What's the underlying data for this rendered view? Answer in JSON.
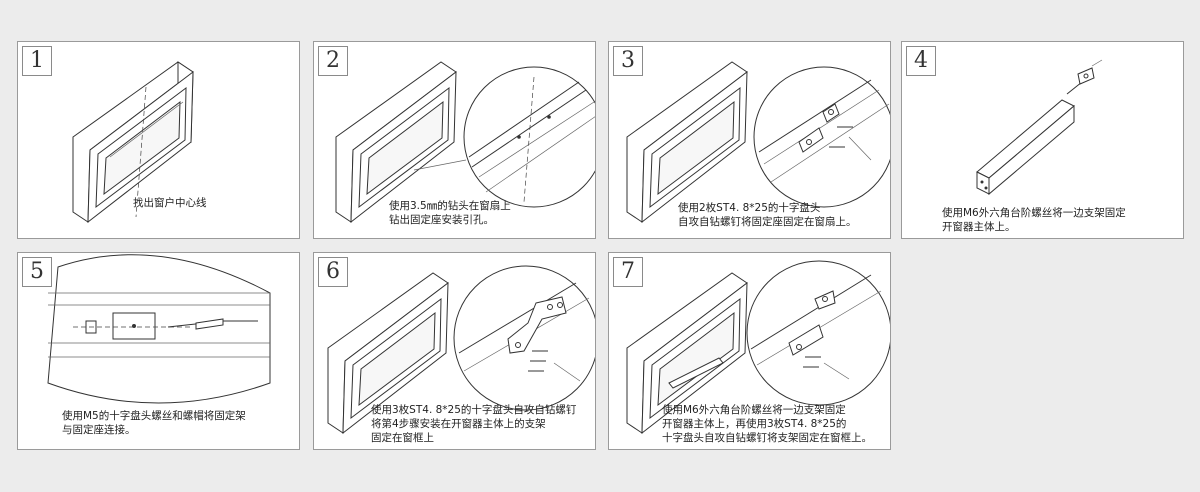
{
  "steps": [
    {
      "number": "1",
      "caption": [
        "找出窗户中心线"
      ]
    },
    {
      "number": "2",
      "caption": [
        "使用3.5㎜的钻头在窗扇上",
        "钻出固定座安装引孔。"
      ]
    },
    {
      "number": "3",
      "caption": [
        "使用2枚ST4. 8*25的十字盘头",
        "自攻自钻螺钉将固定座固定在窗扇上。"
      ]
    },
    {
      "number": "4",
      "caption": [
        "使用M6外六角台阶螺丝将一边支架固定",
        "开窗器主体上。"
      ]
    },
    {
      "number": "5",
      "caption": [
        "使用M5的十字盘头螺丝和螺帽将固定架",
        "与固定座连接。"
      ]
    },
    {
      "number": "6",
      "caption": [
        "使用3枚ST4. 8*25的十字盘头自攻自钻螺钉",
        "将第4步骤安装在开窗器主体上的支架",
        "固定在窗框上"
      ]
    },
    {
      "number": "7",
      "caption": [
        "使用M6外六角台阶螺丝将一边支架固定",
        "开窗器主体上，再使用3枚ST4. 8*25的",
        "十字盘头自攻自钻螺钉将支架固定在窗框上。"
      ]
    }
  ]
}
